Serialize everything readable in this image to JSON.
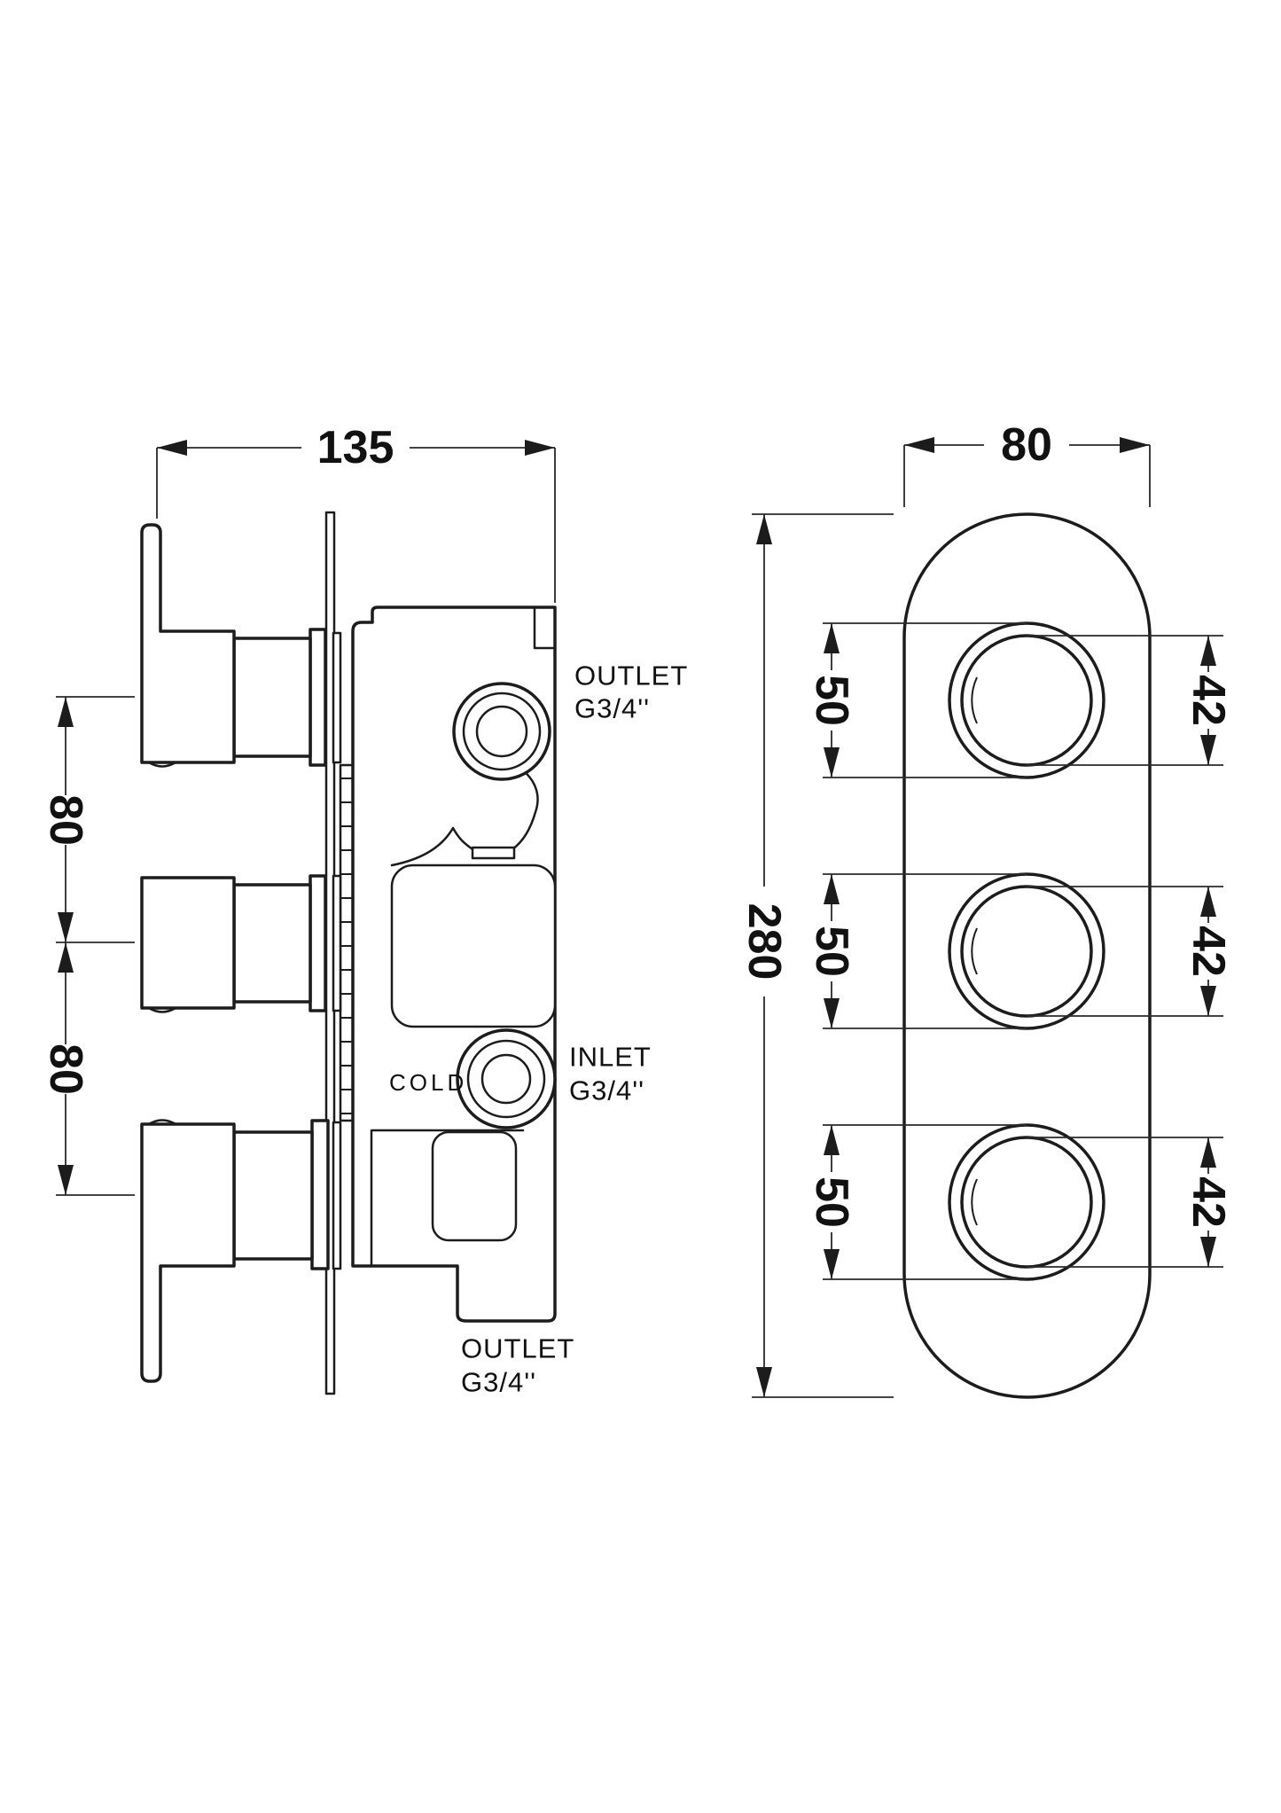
{
  "side_view": {
    "dim_width": "135",
    "dim_spacing_top": "80",
    "dim_spacing_bottom": "80",
    "cold_label": "COLD",
    "outlet_top": {
      "name": "OUTLET",
      "thread": "G3/4''"
    },
    "inlet": {
      "name": "INLET",
      "thread": "G3/4''"
    },
    "outlet_bottom": {
      "name": "OUTLET",
      "thread": "G3/4''"
    }
  },
  "front_view": {
    "dim_width": "80",
    "dim_height": "280",
    "knob_spacings": [
      "50",
      "50",
      "50"
    ],
    "knob_diameters": [
      "42",
      "42",
      "42"
    ]
  }
}
